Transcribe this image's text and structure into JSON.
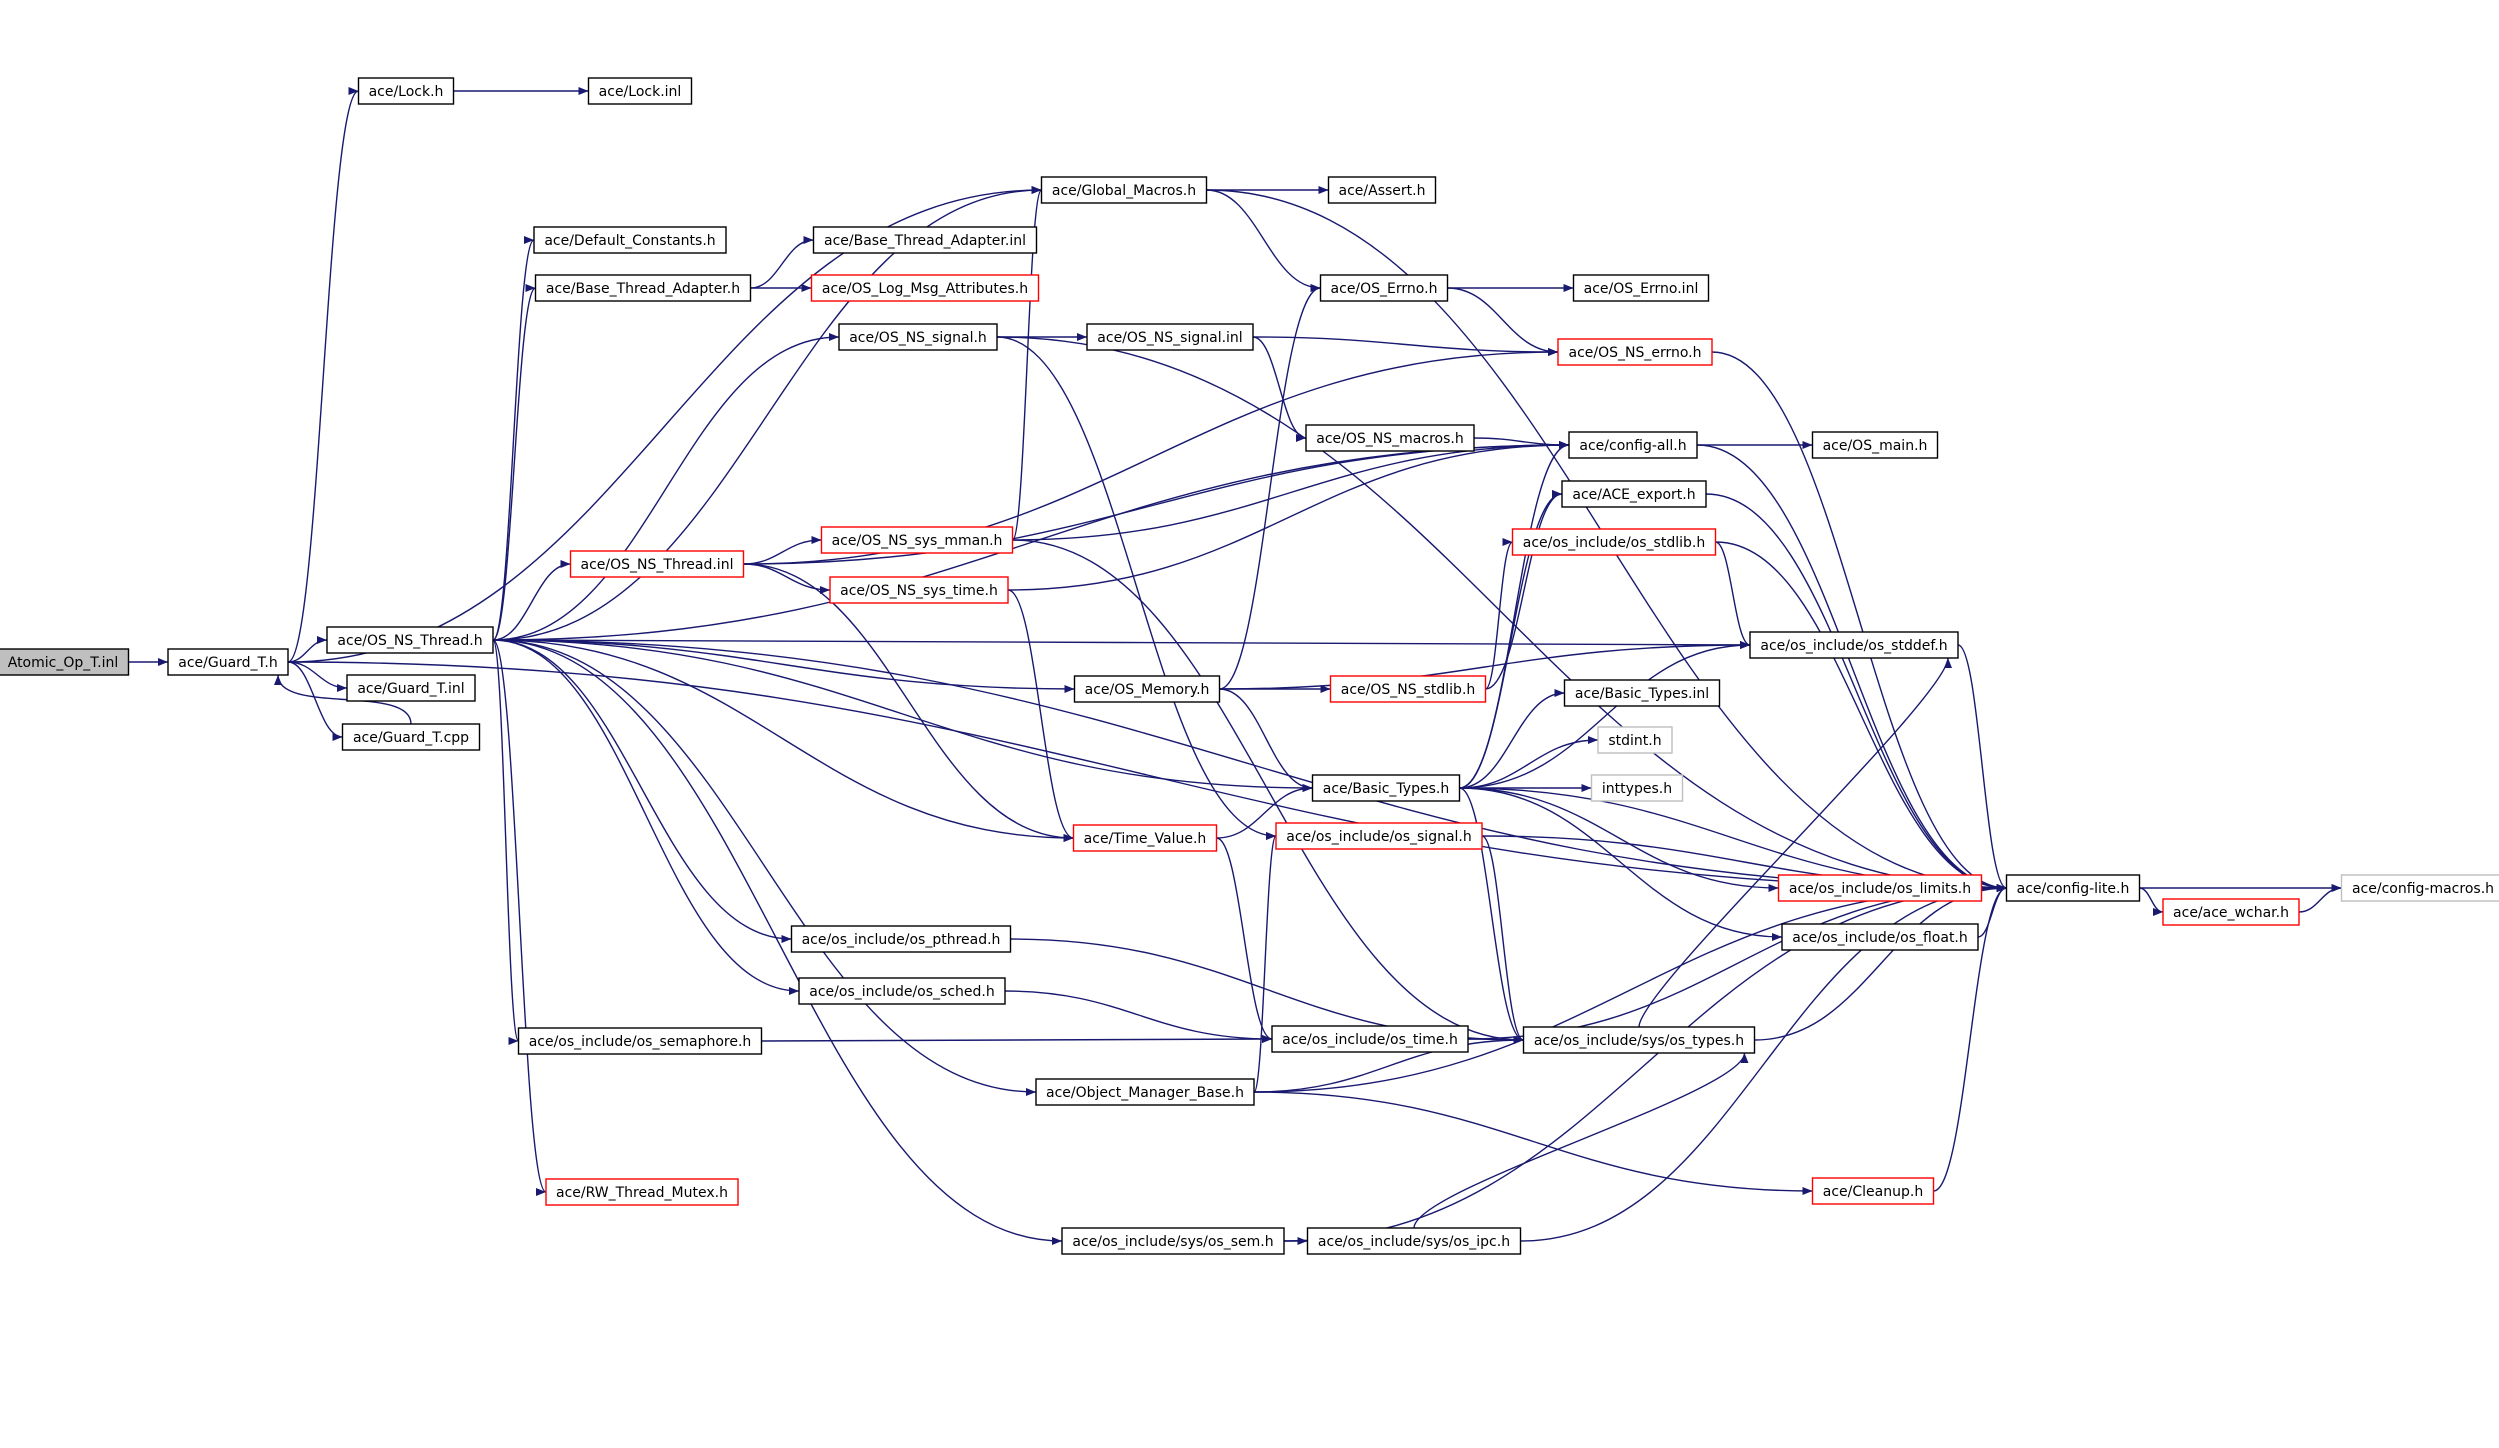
{
  "graph": {
    "colors": {
      "edge": "#191970",
      "normal_border": "#000000",
      "truncated_border": "#ff0000",
      "external_border": "#bfbfbf",
      "root_fill": "#bfbfbf",
      "fill": "#ffffff"
    },
    "nodes": [
      {
        "id": "root",
        "label": "Atomic_Op_T.inl",
        "style": "root"
      },
      {
        "id": "guard_h",
        "label": "ace/Guard_T.h",
        "style": "normal"
      },
      {
        "id": "lock_h",
        "label": "ace/Lock.h",
        "style": "normal"
      },
      {
        "id": "lock_inl",
        "label": "ace/Lock.inl",
        "style": "normal"
      },
      {
        "id": "global_macros",
        "label": "ace/Global_Macros.h",
        "style": "normal"
      },
      {
        "id": "assert_h",
        "label": "ace/Assert.h",
        "style": "normal"
      },
      {
        "id": "default_constants",
        "label": "ace/Default_Constants.h",
        "style": "normal"
      },
      {
        "id": "bta_inl",
        "label": "ace/Base_Thread_Adapter.inl",
        "style": "normal"
      },
      {
        "id": "bta_h",
        "label": "ace/Base_Thread_Adapter.h",
        "style": "normal"
      },
      {
        "id": "log_msg_attr",
        "label": "ace/OS_Log_Msg_Attributes.h",
        "style": "truncated"
      },
      {
        "id": "os_errno_h",
        "label": "ace/OS_Errno.h",
        "style": "normal"
      },
      {
        "id": "os_errno_inl",
        "label": "ace/OS_Errno.inl",
        "style": "normal"
      },
      {
        "id": "os_ns_signal_h",
        "label": "ace/OS_NS_signal.h",
        "style": "normal"
      },
      {
        "id": "os_ns_signal_inl",
        "label": "ace/OS_NS_signal.inl",
        "style": "normal"
      },
      {
        "id": "os_ns_errno",
        "label": "ace/OS_NS_errno.h",
        "style": "truncated"
      },
      {
        "id": "os_ns_macros",
        "label": "ace/OS_NS_macros.h",
        "style": "normal"
      },
      {
        "id": "config_all",
        "label": "ace/config-all.h",
        "style": "normal"
      },
      {
        "id": "os_main",
        "label": "ace/OS_main.h",
        "style": "normal"
      },
      {
        "id": "ace_export",
        "label": "ace/ACE_export.h",
        "style": "normal"
      },
      {
        "id": "os_stdlib_inc",
        "label": "ace/os_include/os_stdlib.h",
        "style": "truncated"
      },
      {
        "id": "os_ns_thread_inl",
        "label": "ace/OS_NS_Thread.inl",
        "style": "truncated"
      },
      {
        "id": "os_ns_sys_mman",
        "label": "ace/OS_NS_sys_mman.h",
        "style": "truncated"
      },
      {
        "id": "os_ns_sys_time",
        "label": "ace/OS_NS_sys_time.h",
        "style": "truncated"
      },
      {
        "id": "os_ns_thread_h",
        "label": "ace/OS_NS_Thread.h",
        "style": "normal"
      },
      {
        "id": "os_stddef",
        "label": "ace/os_include/os_stddef.h",
        "style": "normal"
      },
      {
        "id": "guard_inl",
        "label": "ace/Guard_T.inl",
        "style": "normal"
      },
      {
        "id": "os_memory",
        "label": "ace/OS_Memory.h",
        "style": "normal"
      },
      {
        "id": "os_ns_stdlib",
        "label": "ace/OS_NS_stdlib.h",
        "style": "truncated"
      },
      {
        "id": "basic_types_inl",
        "label": "ace/Basic_Types.inl",
        "style": "normal"
      },
      {
        "id": "guard_cpp",
        "label": "ace/Guard_T.cpp",
        "style": "normal"
      },
      {
        "id": "stdint",
        "label": "stdint.h",
        "style": "external"
      },
      {
        "id": "inttypes",
        "label": "inttypes.h",
        "style": "external"
      },
      {
        "id": "basic_types_h",
        "label": "ace/Basic_Types.h",
        "style": "normal"
      },
      {
        "id": "time_value",
        "label": "ace/Time_Value.h",
        "style": "truncated"
      },
      {
        "id": "os_signal",
        "label": "ace/os_include/os_signal.h",
        "style": "truncated"
      },
      {
        "id": "os_limits",
        "label": "ace/os_include/os_limits.h",
        "style": "truncated"
      },
      {
        "id": "config_lite",
        "label": "ace/config-lite.h",
        "style": "normal"
      },
      {
        "id": "config_macros",
        "label": "ace/config-macros.h",
        "style": "external"
      },
      {
        "id": "ace_wchar",
        "label": "ace/ace_wchar.h",
        "style": "truncated"
      },
      {
        "id": "os_float",
        "label": "ace/os_include/os_float.h",
        "style": "normal"
      },
      {
        "id": "os_pthread",
        "label": "ace/os_include/os_pthread.h",
        "style": "normal"
      },
      {
        "id": "os_sched",
        "label": "ace/os_include/os_sched.h",
        "style": "normal"
      },
      {
        "id": "os_semaphore",
        "label": "ace/os_include/os_semaphore.h",
        "style": "normal"
      },
      {
        "id": "os_time",
        "label": "ace/os_include/os_time.h",
        "style": "normal"
      },
      {
        "id": "sys_os_types",
        "label": "ace/os_include/sys/os_types.h",
        "style": "normal"
      },
      {
        "id": "object_manager_base",
        "label": "ace/Object_Manager_Base.h",
        "style": "normal"
      },
      {
        "id": "cleanup",
        "label": "ace/Cleanup.h",
        "style": "truncated"
      },
      {
        "id": "rw_thread_mutex",
        "label": "ace/RW_Thread_Mutex.h",
        "style": "truncated"
      },
      {
        "id": "sys_os_sem",
        "label": "ace/os_include/sys/os_sem.h",
        "style": "normal"
      },
      {
        "id": "sys_os_ipc",
        "label": "ace/os_include/sys/os_ipc.h",
        "style": "normal"
      }
    ],
    "edges": [
      [
        "root",
        "guard_h"
      ],
      [
        "guard_h",
        "lock_h"
      ],
      [
        "lock_h",
        "lock_inl"
      ],
      [
        "guard_h",
        "global_macros"
      ],
      [
        "guard_h",
        "os_ns_thread_h"
      ],
      [
        "guard_h",
        "guard_inl"
      ],
      [
        "guard_h",
        "guard_cpp"
      ],
      [
        "guard_cpp",
        "guard_h"
      ],
      [
        "guard_h",
        "config_lite"
      ],
      [
        "global_macros",
        "assert_h"
      ],
      [
        "global_macros",
        "os_errno_h"
      ],
      [
        "global_macros",
        "config_lite"
      ],
      [
        "os_errno_h",
        "os_errno_inl"
      ],
      [
        "os_errno_h",
        "os_ns_errno"
      ],
      [
        "bta_h",
        "bta_inl"
      ],
      [
        "bta_h",
        "log_msg_attr"
      ],
      [
        "os_ns_signal_h",
        "os_ns_signal_inl"
      ],
      [
        "os_ns_signal_h",
        "config_lite"
      ],
      [
        "os_ns_signal_h",
        "os_signal"
      ],
      [
        "os_ns_signal_inl",
        "os_ns_errno"
      ],
      [
        "os_ns_signal_inl",
        "os_ns_macros"
      ],
      [
        "os_ns_errno",
        "config_lite"
      ],
      [
        "os_ns_macros",
        "config_all"
      ],
      [
        "config_all",
        "os_main"
      ],
      [
        "config_all",
        "config_lite"
      ],
      [
        "ace_export",
        "config_lite"
      ],
      [
        "os_stdlib_inc",
        "os_stddef"
      ],
      [
        "os_stdlib_inc",
        "config_lite"
      ],
      [
        "os_ns_thread_h",
        "global_macros"
      ],
      [
        "os_ns_thread_h",
        "default_constants"
      ],
      [
        "os_ns_thread_h",
        "bta_h"
      ],
      [
        "os_ns_thread_h",
        "os_ns_signal_h"
      ],
      [
        "os_ns_thread_h",
        "os_ns_thread_inl"
      ],
      [
        "os_ns_thread_h",
        "config_all"
      ],
      [
        "os_ns_thread_h",
        "os_stddef"
      ],
      [
        "os_ns_thread_h",
        "os_memory"
      ],
      [
        "os_ns_thread_h",
        "basic_types_h"
      ],
      [
        "os_ns_thread_h",
        "time_value"
      ],
      [
        "os_ns_thread_h",
        "os_pthread"
      ],
      [
        "os_ns_thread_h",
        "os_sched"
      ],
      [
        "os_ns_thread_h",
        "os_semaphore"
      ],
      [
        "os_ns_thread_h",
        "object_manager_base"
      ],
      [
        "os_ns_thread_h",
        "rw_thread_mutex"
      ],
      [
        "os_ns_thread_h",
        "sys_os_sem"
      ],
      [
        "os_ns_thread_h",
        "config_lite"
      ],
      [
        "os_ns_thread_inl",
        "os_ns_sys_mman"
      ],
      [
        "os_ns_thread_inl",
        "os_ns_sys_time"
      ],
      [
        "os_ns_thread_inl",
        "os_ns_errno"
      ],
      [
        "os_ns_thread_inl",
        "config_all"
      ],
      [
        "os_ns_thread_inl",
        "time_value"
      ],
      [
        "os_ns_sys_mman",
        "global_macros"
      ],
      [
        "os_ns_sys_mman",
        "config_all"
      ],
      [
        "os_ns_sys_mman",
        "sys_os_types"
      ],
      [
        "os_ns_sys_time",
        "config_all"
      ],
      [
        "os_ns_sys_time",
        "time_value"
      ],
      [
        "os_stddef",
        "config_lite"
      ],
      [
        "os_memory",
        "os_errno_h"
      ],
      [
        "os_memory",
        "os_ns_stdlib"
      ],
      [
        "os_memory",
        "basic_types_h"
      ],
      [
        "os_memory",
        "os_stddef"
      ],
      [
        "os_ns_stdlib",
        "os_stdlib_inc"
      ],
      [
        "os_ns_stdlib",
        "ace_export"
      ],
      [
        "basic_types_h",
        "basic_types_inl"
      ],
      [
        "basic_types_h",
        "stdint"
      ],
      [
        "basic_types_h",
        "inttypes"
      ],
      [
        "basic_types_h",
        "config_all"
      ],
      [
        "basic_types_h",
        "ace_export"
      ],
      [
        "basic_types_h",
        "os_stddef"
      ],
      [
        "basic_types_h",
        "os_limits"
      ],
      [
        "basic_types_h",
        "os_float"
      ],
      [
        "basic_types_h",
        "sys_os_types"
      ],
      [
        "basic_types_h",
        "config_lite"
      ],
      [
        "time_value",
        "basic_types_h"
      ],
      [
        "time_value",
        "os_time"
      ],
      [
        "os_signal",
        "sys_os_types"
      ],
      [
        "os_signal",
        "config_lite"
      ],
      [
        "os_limits",
        "config_lite"
      ],
      [
        "config_lite",
        "config_macros"
      ],
      [
        "config_lite",
        "ace_wchar"
      ],
      [
        "ace_wchar",
        "config_macros"
      ],
      [
        "os_float",
        "config_lite"
      ],
      [
        "os_pthread",
        "sys_os_types"
      ],
      [
        "os_sched",
        "os_time"
      ],
      [
        "os_semaphore",
        "os_time"
      ],
      [
        "os_time",
        "sys_os_types"
      ],
      [
        "os_time",
        "config_lite"
      ],
      [
        "sys_os_types",
        "os_stddef"
      ],
      [
        "sys_os_types",
        "config_lite"
      ],
      [
        "object_manager_base",
        "os_signal"
      ],
      [
        "object_manager_base",
        "sys_os_types"
      ],
      [
        "object_manager_base",
        "cleanup"
      ],
      [
        "object_manager_base",
        "config_lite"
      ],
      [
        "cleanup",
        "config_lite"
      ],
      [
        "sys_os_sem",
        "sys_os_ipc"
      ],
      [
        "sys_os_sem",
        "config_lite"
      ],
      [
        "sys_os_ipc",
        "sys_os_types"
      ],
      [
        "sys_os_ipc",
        "config_lite"
      ]
    ]
  }
}
